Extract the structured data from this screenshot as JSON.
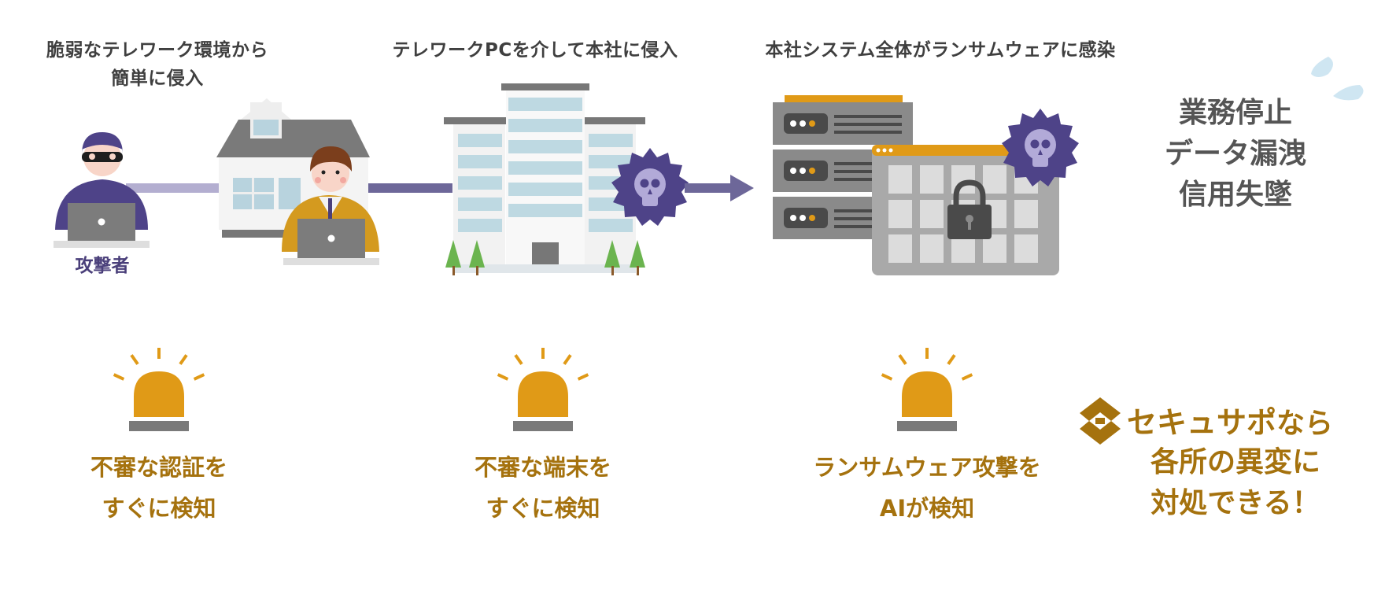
{
  "captions": {
    "step1": [
      "脆弱なテレワーク環境から",
      "簡単に侵入"
    ],
    "step2": "テレワークPCを介して本社に侵入",
    "step3": "本社システム全体がランサムウェアに感染"
  },
  "attacker_label": "攻撃者",
  "outcomes": [
    "業務停止",
    "データ漏洩",
    "信用失墜"
  ],
  "detections": [
    {
      "line1": "不審な認証を",
      "line2": "すぐに検知"
    },
    {
      "line1": "不審な端末を",
      "line2": "すぐに検知"
    },
    {
      "line1": "ランサムウェア攻撃を",
      "line2": "AIが検知"
    }
  ],
  "brand": {
    "name": "セキュサポ",
    "suffix": "なら",
    "promo": [
      "各所の異変に",
      "対処できる！"
    ]
  },
  "colors": {
    "accent_gold": "#e09a17",
    "text_gold": "#a5720e",
    "purple": "#4a3f7a",
    "gray_text": "#3f3f3f",
    "server_gray": "#8a8a8a"
  },
  "icons": [
    "hacker-icon",
    "house-icon",
    "worker-icon",
    "office-building-icon",
    "skull-badge-icon",
    "arrow-right-icon",
    "server-rack-icon",
    "locked-files-window-icon",
    "sweat-drop-icon",
    "alert-light-icon",
    "brand-logo-icon"
  ]
}
